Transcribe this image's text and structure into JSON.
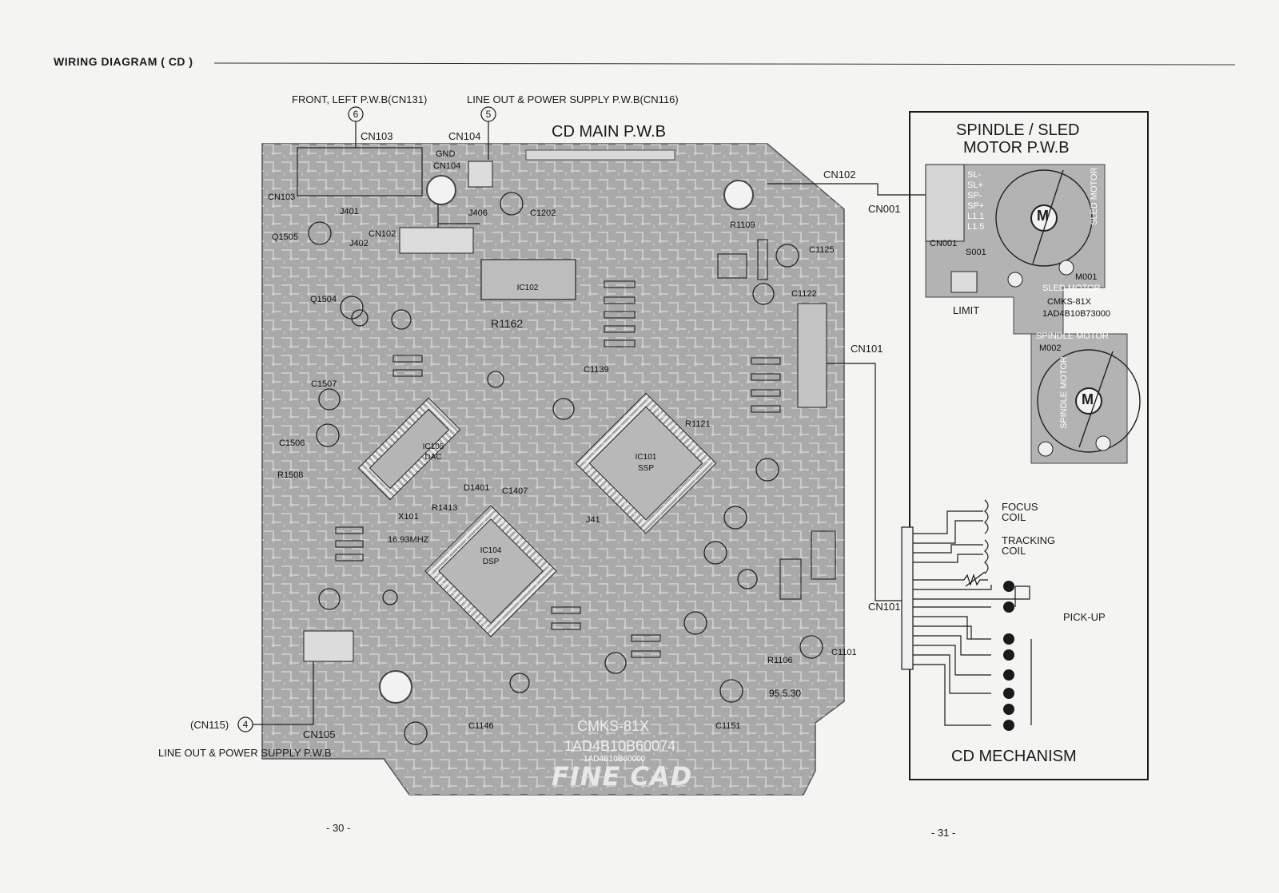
{
  "header": {
    "title": "WIRING DIAGRAM ( CD )"
  },
  "connections": {
    "front_left": "FRONT, LEFT P.W.B(CN131)",
    "front_left_num": "6",
    "line_out_top": "LINE OUT & POWER SUPPLY P.W.B(CN116)",
    "line_out_top_num": "5",
    "cn115": "(CN115)",
    "cn115_num": "4",
    "line_out_bottom": "LINE OUT & POWER SUPPLY P.W.B",
    "cn103": "CN103",
    "cn104": "CN104",
    "cn105": "CN105",
    "cn102": "CN102",
    "cn101": "CN101",
    "cn001": "CN001",
    "cn101b": "CN101"
  },
  "main_board": {
    "title": "CD MAIN P.W.B",
    "ic101": "IC101",
    "ic101_sub": "SSP",
    "ic102": "IC102",
    "ic104": "IC104",
    "ic104_sub": "DSP",
    "ic105": "IC105",
    "ic105_sub": "DAC",
    "r1162": "R1162",
    "x101": "X101",
    "crystal": "16.93MHZ",
    "gnd": "GND",
    "part_no": "CMKS-81X",
    "code": "1AD4B10B60074",
    "code_small": "1AD4B10B60000",
    "brand": "FINE CAD",
    "date": "95.5.30",
    "q1505": "Q1505",
    "q1504": "Q1504",
    "j401": "J401",
    "j402": "J402",
    "j406": "J406",
    "c1202": "C1202",
    "r1109": "R1109",
    "c1125": "C1125",
    "c1122": "C1122",
    "c1139": "C1139",
    "c1151": "C1151",
    "c1101": "C1101",
    "r1106": "R1106",
    "j41": "J41",
    "c1146": "C1146",
    "d1401": "D1401",
    "r1413": "R1413",
    "c1407": "C1407",
    "r1121": "R1121",
    "c1506": "C1506",
    "c1507": "C1507",
    "r1508": "R1508"
  },
  "spindle_board": {
    "title_line1": "SPINDLE / SLED",
    "title_line2": "MOTOR P.W.B",
    "cn001": "CN001",
    "s001": "S001",
    "limit": "LIMIT",
    "m001": "M001",
    "sled_motor": "SLED MOTOR",
    "part_no": "CMKS-81X",
    "code": "1AD4B10B73000",
    "spindle_motor": "SPINDLE MOTOR",
    "m002": "M002",
    "sled_vertical": "SLED MOTOR",
    "spindle_vertical": "SPINDLE MOTOR",
    "pins": [
      "SL-",
      "SL+",
      "SP-",
      "SP+",
      "L1.1",
      "L1.5"
    ]
  },
  "mechanism": {
    "title": "CD MECHANISM",
    "focus1": "FOCUS",
    "focus2": "COIL",
    "tracking1": "TRACKING",
    "tracking2": "COIL",
    "pickup": "PICK-UP"
  },
  "pages": {
    "left": "- 30 -",
    "right": "- 31 -"
  },
  "colors": {
    "pcb": "#a9a9a9",
    "trace": "#e6e6e6",
    "ink": "#1a1a1a",
    "paper": "#f4f4f2"
  }
}
